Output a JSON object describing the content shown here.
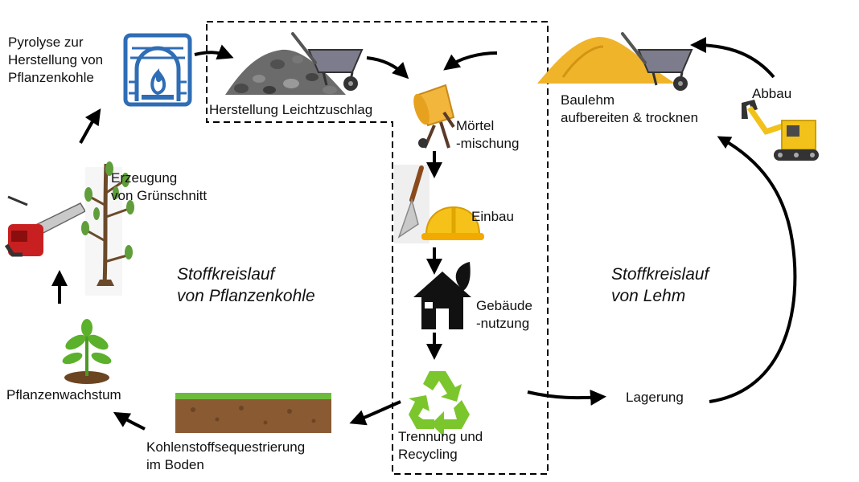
{
  "labels": {
    "pyrolyse": "Pyrolyse zur\nHerstellung von\nPflanzenkohle",
    "leichtzuschlag": "Herstellung Leichtzuschlag",
    "moertel": "Mörtel\n-mischung",
    "einbau": "Einbau",
    "gebaeude": "Gebäude\n-nutzung",
    "trennung": "Trennung und\nRecycling",
    "baulehm": "Baulehm\naufbereiten & trocknen",
    "abbau": "Abbau",
    "lagerung": "Lagerung",
    "gruenschnitt": "Erzeugung\nvon Grünschnitt",
    "pflanzenwachstum": "Pflanzenwachstum",
    "kohlenstoff": "Kohlenstoffsequestrierung\nim Boden"
  },
  "cycles": {
    "pflanzenkohle": "Stoffkreislauf\nvon Pflanzenkohle",
    "lehm": "Stoffkreislauf\nvon Lehm"
  },
  "icons": [
    "kiln-icon",
    "gravel-pile-icon",
    "wheelbarrow-icon",
    "cement-mixer-icon",
    "trowel-icon",
    "hard-hat-icon",
    "house-leaf-icon",
    "recycle-icon",
    "clay-pile-icon",
    "excavator-icon",
    "chainsaw-icon",
    "tree-icon",
    "sprout-icon",
    "soil-strip-icon"
  ],
  "colors": {
    "arrow": "#000000",
    "kiln": "#2f6db5",
    "recycle": "#7cc62d",
    "clay": "#f0b42a",
    "hard_hat": "#f6c21a",
    "excavator": "#f2c21b",
    "soil_grass": "#6dbb3c",
    "soil": "#8a5a32"
  }
}
